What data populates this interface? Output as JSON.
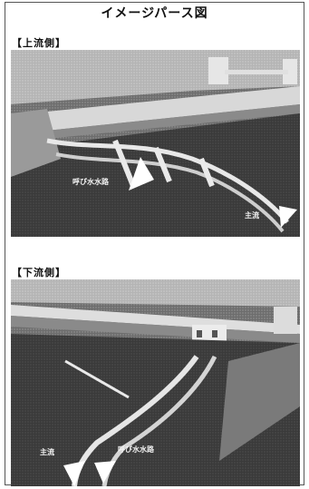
{
  "title": "イメージパース図",
  "upstream": {
    "label": "【上流側】",
    "callouts": {
      "fish_pass": "呼び水水路",
      "main_flow": "主流"
    }
  },
  "downstream": {
    "label": "【下流側】",
    "callouts": {
      "main_flow": "主流",
      "fish_pass": "呼び水水路"
    }
  }
}
